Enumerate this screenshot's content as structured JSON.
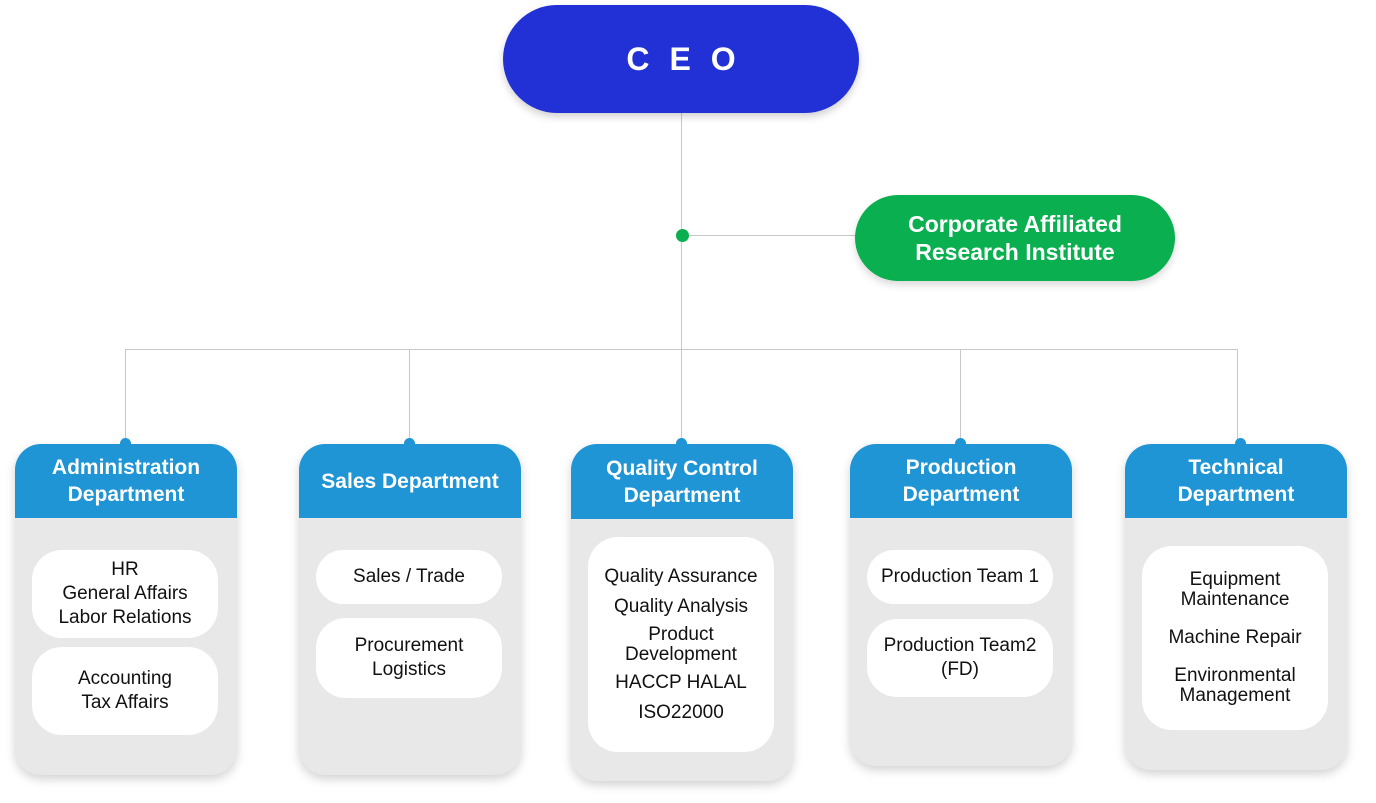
{
  "ceo": {
    "label": "CEO"
  },
  "research": {
    "label": "Corporate Affiliated\nResearch Institute"
  },
  "departments": [
    {
      "title": "Administration\nDepartment",
      "cards": [
        {
          "lines": [
            "HR",
            "General Affairs",
            "Labor Relations"
          ]
        },
        {
          "lines": [
            "Accounting",
            "Tax Affairs"
          ]
        }
      ]
    },
    {
      "title": "Sales Department",
      "cards": [
        {
          "lines": [
            "Sales / Trade"
          ]
        },
        {
          "lines": [
            "Procurement",
            "Logistics"
          ]
        }
      ]
    },
    {
      "title": "Quality Control\nDepartment",
      "cards": [
        {
          "lines": [
            "Quality Assurance",
            "Quality Analysis",
            "Product\nDevelopment",
            "HACCP HALAL",
            "ISO22000"
          ]
        }
      ]
    },
    {
      "title": "Production\nDepartment",
      "cards": [
        {
          "lines": [
            "Production Team 1"
          ]
        },
        {
          "lines": [
            "Production Team2\n(FD)"
          ]
        }
      ]
    },
    {
      "title": "Technical\nDepartment",
      "cards": [
        {
          "lines": [
            "Equipment\nMaintenance",
            "Machine Repair",
            "Environmental\nManagement"
          ]
        }
      ]
    }
  ],
  "colors": {
    "ceo": "#2131d6",
    "research": "#0aaf4f",
    "department_header": "#1f95d6",
    "department_body": "#e8e8e8",
    "connector": "#c8c8c8"
  }
}
